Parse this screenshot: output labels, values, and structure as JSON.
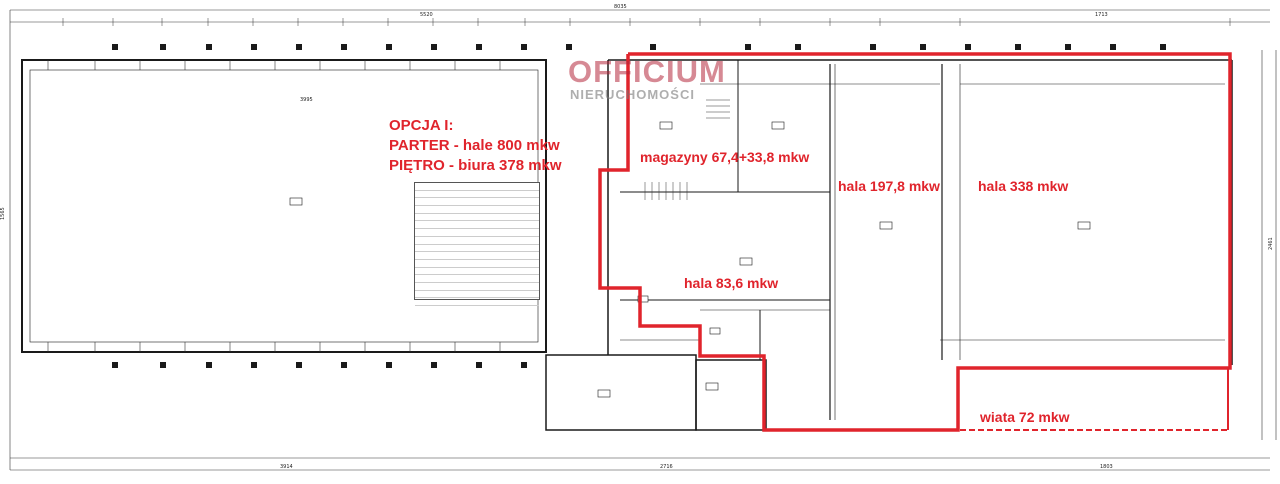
{
  "option": {
    "title": "OPCJA I:",
    "line1": "PARTER -  hale 800 mkw",
    "line2": "PIĘTRO - biura 378 mkw"
  },
  "logo": {
    "main": "OFFICIUM",
    "sub": "NIERUCHOMOŚCI"
  },
  "areas": {
    "magazyny": "magazyny 67,4+33,8 mkw",
    "hala_197": "hala 197,8 mkw",
    "hala_338": "hala 338 mkw",
    "hala_83": "hala 83,6 mkw",
    "wiata": "wiata 72 mkw"
  },
  "dimensions": {
    "top_total": "8035",
    "top_left": "5520",
    "top_right": "1713",
    "bottom_left": "3914",
    "bottom_mid": "2716",
    "bottom_right": "1803",
    "left_height": "1565",
    "right_height": "2461",
    "inner_width": "3995"
  },
  "colors": {
    "highlight": "#e0242c",
    "walls": "#1a1a1a"
  }
}
